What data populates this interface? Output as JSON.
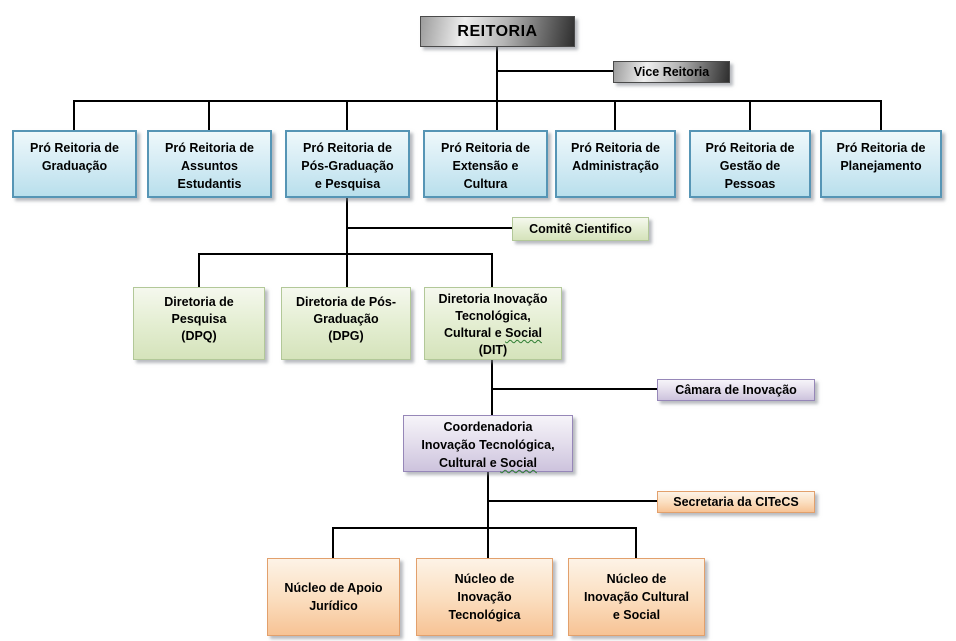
{
  "org": {
    "root": {
      "label": "REITORIA"
    },
    "vice": {
      "label": "Vice Reitoria"
    },
    "pro_reitorias": [
      {
        "label": "Pró Reitoria de\nGraduação"
      },
      {
        "label": "Pró Reitoria de\nAssuntos\nEstudantis"
      },
      {
        "label": "Pró Reitoria de\nPós-Graduação\ne Pesquisa"
      },
      {
        "label": "Pró Reitoria de\nExtensão e\nCultura"
      },
      {
        "label": "Pró Reitoria de\nAdministração"
      },
      {
        "label": "Pró Reitoria de\nGestão de\nPessoas"
      },
      {
        "label": "Pró Reitoria de\nPlanejamento"
      }
    ],
    "comite": {
      "label": "Comitê Cientifico"
    },
    "diretorias": [
      {
        "label": "Diretoria de\nPesquisa\n(DPQ)"
      },
      {
        "label": "Diretoria de Pós-\nGraduação\n(DPG)"
      },
      {
        "label_top": "Diretoria Inovação\nTecnológica,\nCultural e ",
        "label_social": "Social",
        "label_bottom": "\n(DIT)"
      }
    ],
    "camara": {
      "label": "Câmara de Inovação"
    },
    "coordenadoria": {
      "label_top": "Coordenadoria\nInovação Tecnológica,\nCultural e ",
      "label_social": "Social"
    },
    "secretaria": {
      "label": "Secretaria da CITeCS"
    },
    "nucleos": [
      {
        "label": "Núcleo de Apoio\nJurídico"
      },
      {
        "label": "Núcleo de\nInovação\nTecnológica"
      },
      {
        "label": "Núcleo de\nInovação Cultural\ne Social"
      }
    ]
  },
  "colors": {
    "line": "#000000",
    "blue_border": "#5695b5",
    "blue_fill_bottom": "#b9dfec",
    "green_border": "#b2c898",
    "green_fill_bottom": "#d5e3bb",
    "purple_border": "#9687b8",
    "purple_fill_bottom": "#cdc3dd",
    "orange_border": "#e2a06c",
    "orange_fill_bottom": "#f7c395",
    "metal_dark": "#2e2e2e",
    "spellcheck_underline": "#2e7d32"
  }
}
